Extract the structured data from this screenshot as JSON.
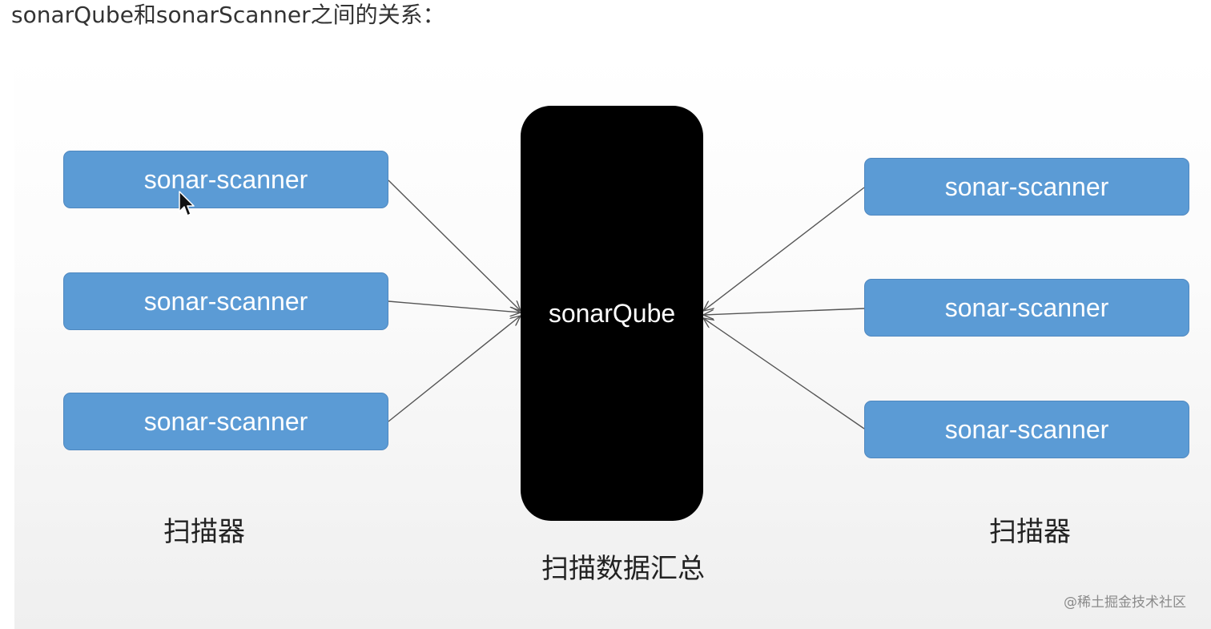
{
  "heading": "sonarQube和sonarScanner之间的关系：",
  "server": {
    "label": "sonarQube"
  },
  "scanners_left": [
    {
      "label": "sonar-scanner"
    },
    {
      "label": "sonar-scanner"
    },
    {
      "label": "sonar-scanner"
    }
  ],
  "scanners_right": [
    {
      "label": "sonar-scanner"
    },
    {
      "label": "sonar-scanner"
    },
    {
      "label": "sonar-scanner"
    }
  ],
  "captions": {
    "left": "扫描器",
    "center": "扫描数据汇总",
    "right": "扫描器"
  },
  "watermark": "@稀土掘金技术社区",
  "colors": {
    "scanner_fill": "#5b9bd5",
    "server_fill": "#000000",
    "connector": "#555555"
  }
}
